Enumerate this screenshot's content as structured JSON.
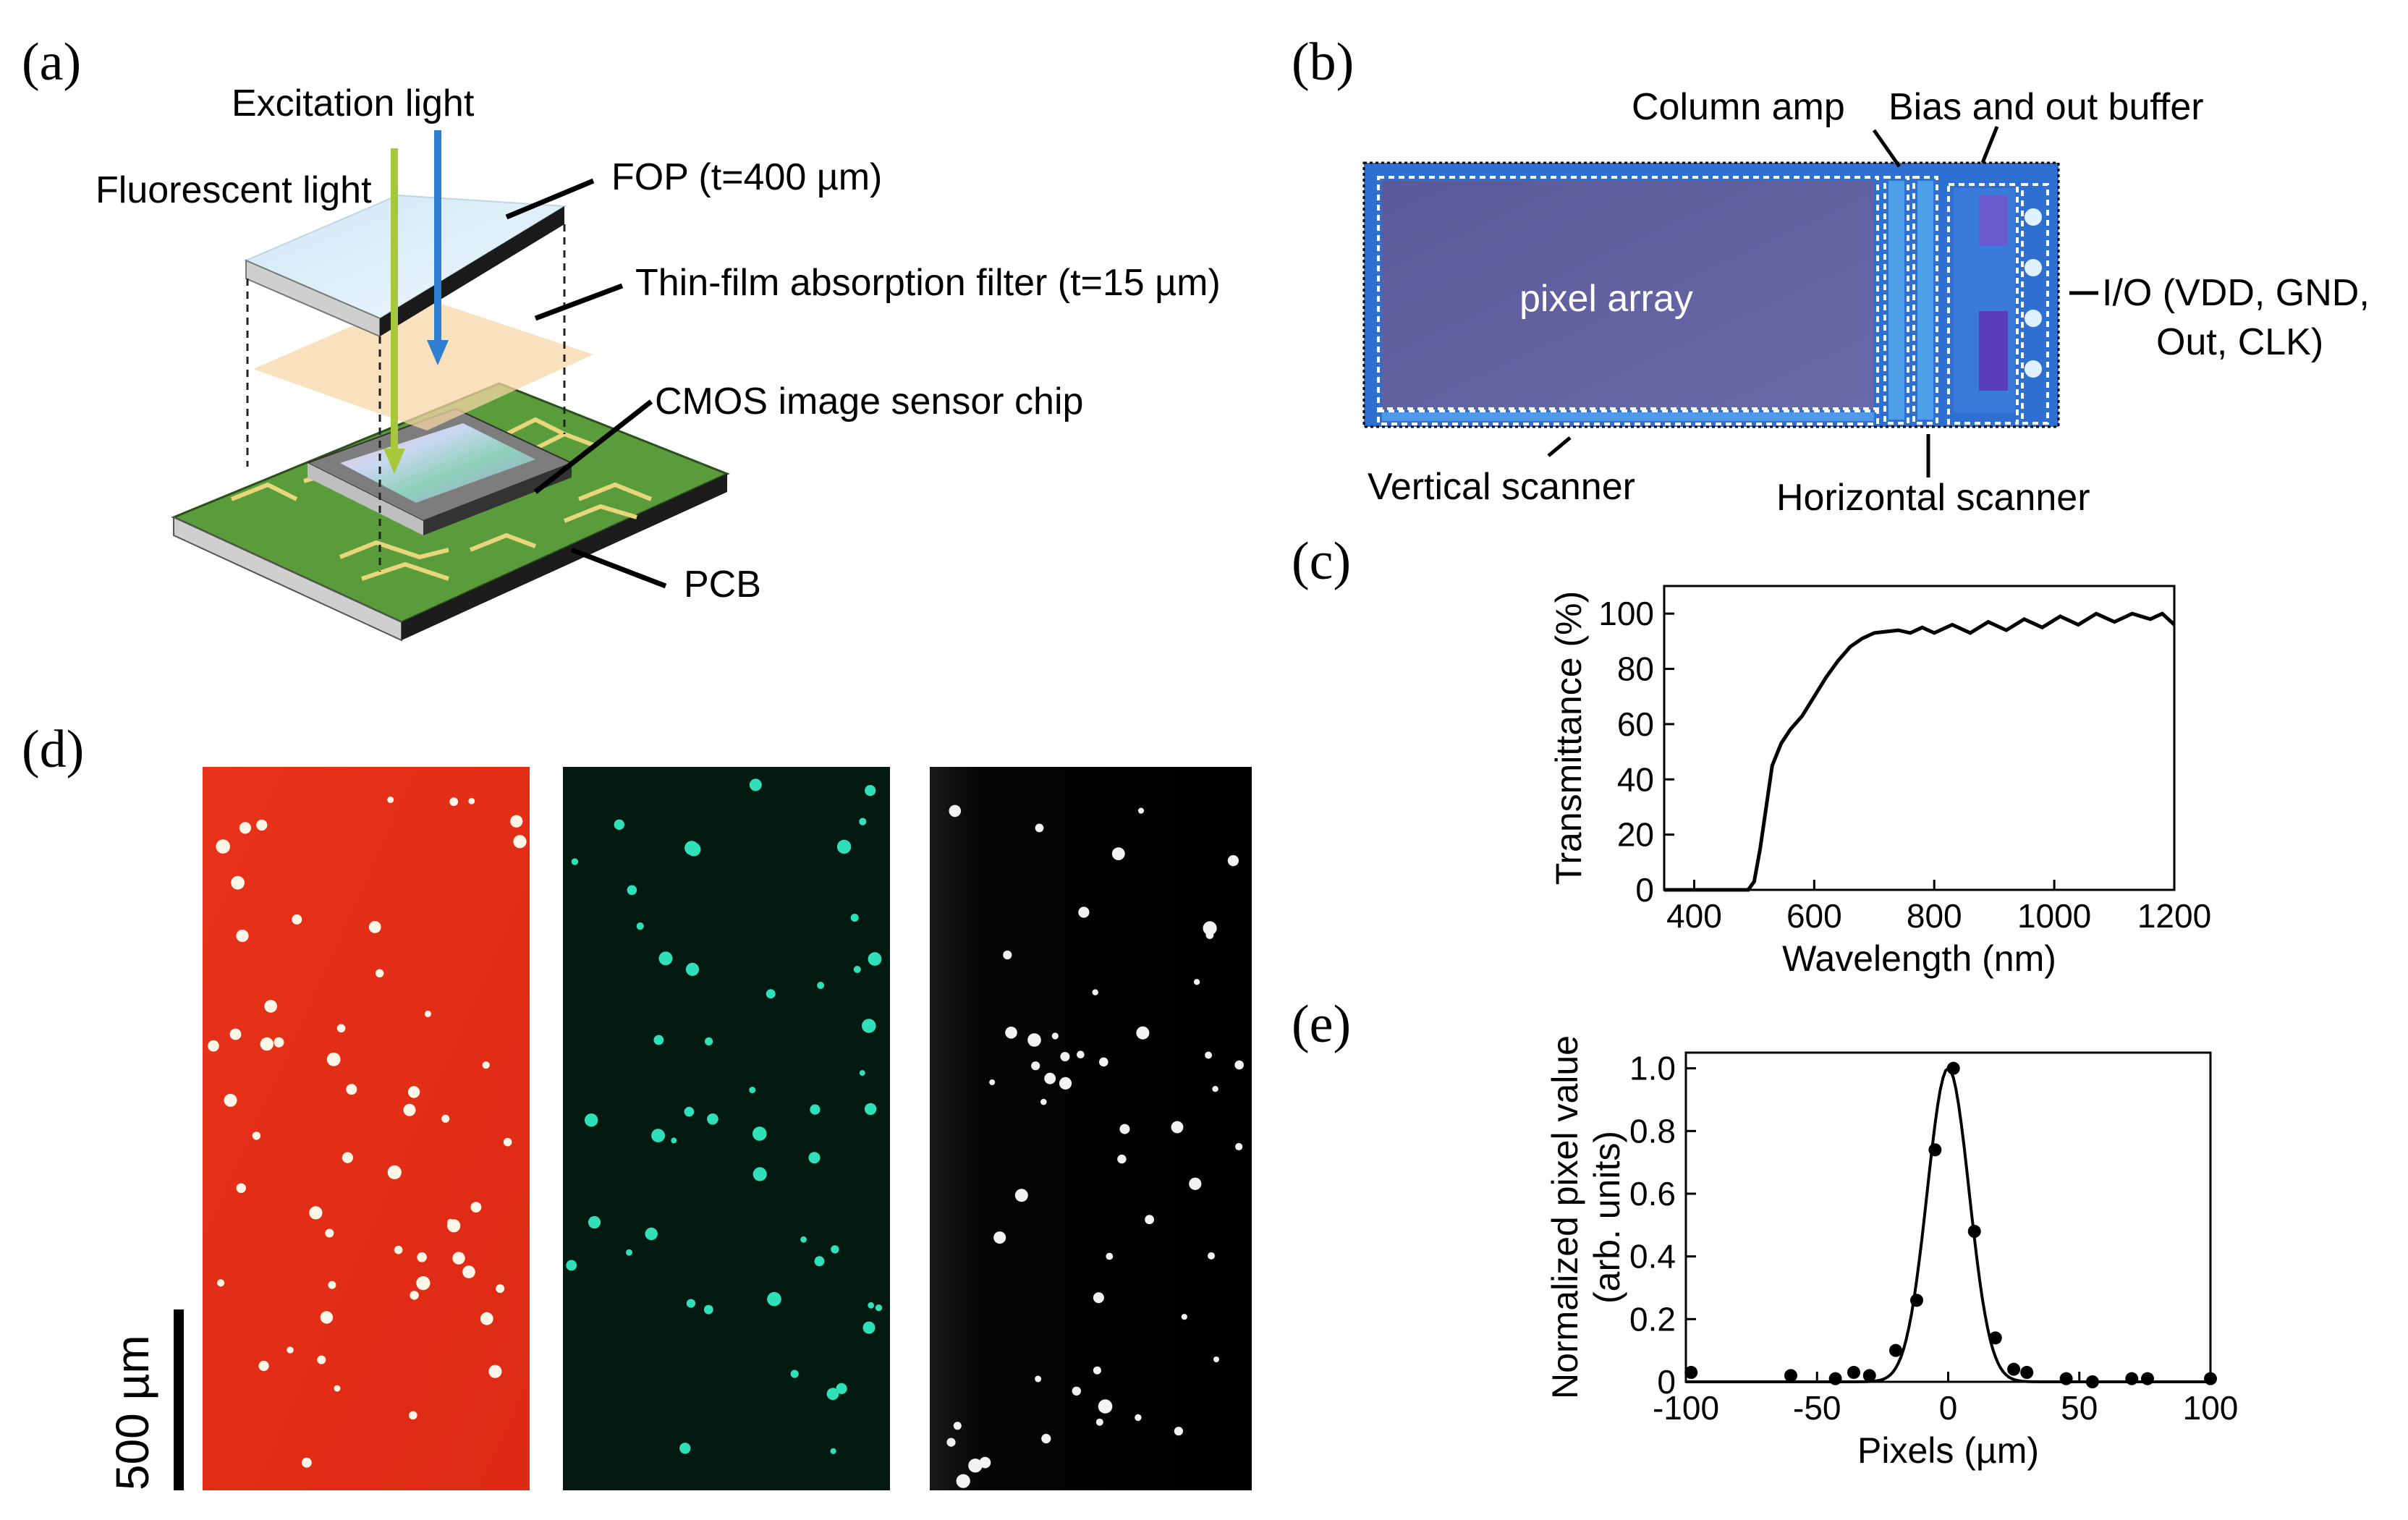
{
  "panels": {
    "a": {
      "label": "(a)",
      "excitation": "Excitation light",
      "fluorescent": "Fluorescent light",
      "fop": "FOP (t=400 µm)",
      "filter": "Thin-film absorption filter (t=15 µm)",
      "cmos": "CMOS image sensor chip",
      "pcb": "PCB"
    },
    "b": {
      "label": "(b)",
      "column_amp": "Column amp",
      "bias_out": "Bias and out buffer",
      "pixel_array": "pixel array",
      "io_line1": "I/O (VDD, GND,",
      "io_line2": "Out, CLK)",
      "vertical_scanner": "Vertical scanner",
      "horizontal_scanner": "Horizontal scanner"
    },
    "c": {
      "label": "(c)"
    },
    "d": {
      "label": "(d)",
      "scale_bar": "500 µm"
    },
    "e": {
      "label": "(e)"
    }
  },
  "chart_data": [
    {
      "type": "line",
      "panel": "c",
      "xlabel": "Wavelength (nm)",
      "ylabel": "Transmittance (%)",
      "xlim": [
        350,
        1200
      ],
      "ylim": [
        0,
        110
      ],
      "xticks": [
        400,
        600,
        800,
        1000,
        1200
      ],
      "yticks": [
        0,
        20,
        40,
        60,
        80,
        100
      ],
      "series": [
        {
          "x": [
            350,
            400,
            450,
            490,
            500,
            510,
            520,
            530,
            545,
            560,
            580,
            600,
            620,
            640,
            660,
            680,
            700,
            720,
            740,
            760,
            780,
            800,
            830,
            860,
            890,
            920,
            950,
            980,
            1010,
            1040,
            1070,
            1100,
            1130,
            1160,
            1180,
            1200
          ],
          "y": [
            0,
            0,
            0,
            0,
            3,
            15,
            30,
            45,
            53,
            58,
            63,
            70,
            77,
            83,
            88,
            91,
            93,
            93.5,
            94,
            93,
            95,
            93,
            96,
            93,
            97,
            94,
            98,
            95,
            99,
            96,
            100,
            97,
            100,
            98,
            100,
            96
          ]
        }
      ]
    },
    {
      "type": "scatter",
      "panel": "e",
      "xlabel": "Pixels (µm)",
      "ylabel": "Normalized pixel value",
      "ylabel2": "(arb. units)",
      "xlim": [
        -100,
        100
      ],
      "ylim": [
        0,
        1.05
      ],
      "xticks": [
        -100,
        -50,
        0,
        50,
        100
      ],
      "yticks": [
        0,
        0.2,
        0.4,
        0.6,
        0.8,
        1.0
      ],
      "ytick_labels": [
        "0",
        "0.2",
        "0.4",
        "0.6",
        "0.8",
        "1.0"
      ],
      "points": {
        "x": [
          -98,
          -60,
          -43,
          -36,
          -30,
          -20,
          -12,
          -5,
          2,
          10,
          18,
          25,
          30,
          45,
          55,
          70,
          76,
          100
        ],
        "y": [
          0.03,
          0.02,
          0.01,
          0.03,
          0.02,
          0.1,
          0.26,
          0.74,
          1.0,
          0.48,
          0.14,
          0.04,
          0.03,
          0.01,
          0.0,
          0.01,
          0.01,
          0.01
        ]
      },
      "fit": {
        "type": "gaussian",
        "amplitude": 1.0,
        "center": 0,
        "sigma": 8
      }
    }
  ]
}
